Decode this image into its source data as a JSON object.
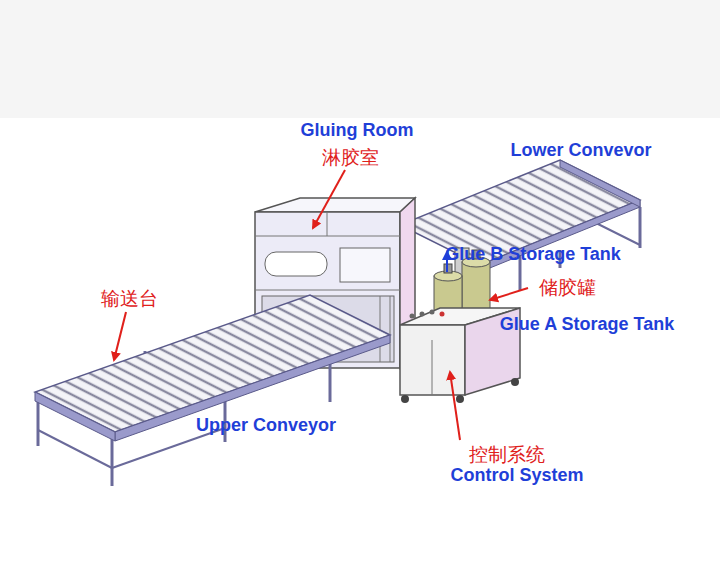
{
  "diagram": {
    "labels": [
      "Gluing Room",
      "淋胶室",
      "Lower Convevor",
      "Glue B Storage Tank",
      "储胶罐",
      "Glue A Storage Tank",
      "输送台",
      "Upper Conveyor",
      "控制系统",
      "Control System"
    ]
  }
}
